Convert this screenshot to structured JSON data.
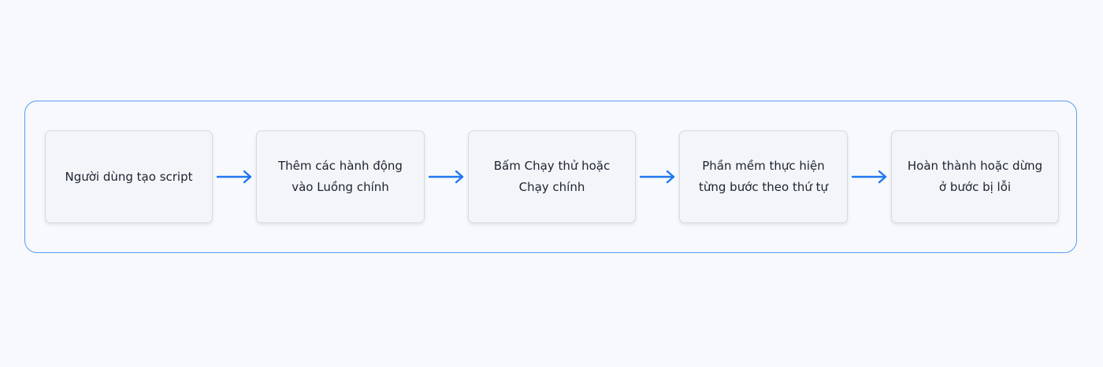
{
  "diagram": {
    "accent_color": "#1f78f0",
    "steps": [
      {
        "label": "Người dùng tạo script"
      },
      {
        "label": "Thêm các hành động vào Luồng chính"
      },
      {
        "label": "Bấm Chạy thử hoặc Chạy chính"
      },
      {
        "label": "Phần mềm thực hiện từng bước theo thứ tự"
      },
      {
        "label": "Hoàn thành hoặc dừng ở bước bị lỗi"
      }
    ]
  }
}
